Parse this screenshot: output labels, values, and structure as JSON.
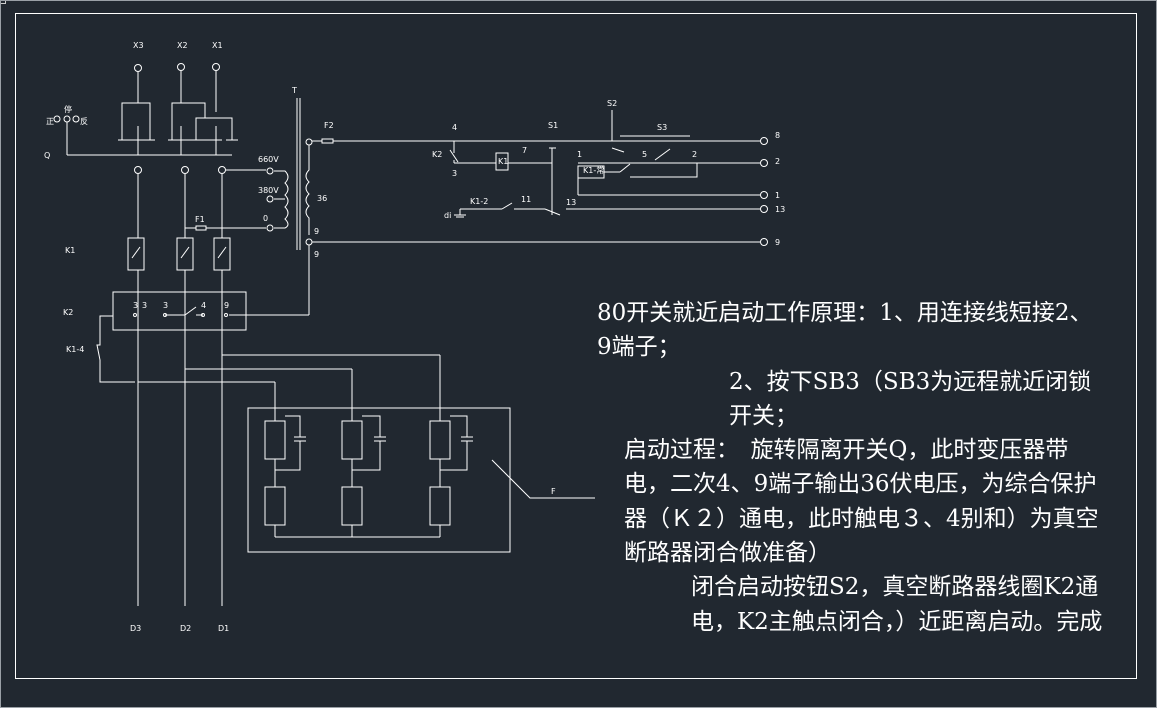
{
  "labels": {
    "X3": "X3",
    "X2": "X2",
    "X1": "X1",
    "zheng": "正",
    "ting": "停",
    "fan": "反",
    "Q": "Q",
    "T": "T",
    "V660": "660V",
    "V380": "380V",
    "V0": "0",
    "V36": "36",
    "F1": "F1",
    "F2": "F2",
    "K1": "K1",
    "K2": "K2",
    "K1_4": "K1-4",
    "k2_t1": "3",
    "k2_t2": "3",
    "k2_t3": "3",
    "k2_t4": "4",
    "k2_t5": "9",
    "t9a": "9",
    "t9b": "9",
    "n4": "4",
    "n3": "3",
    "K2c": "K2",
    "K1coil": "K1",
    "n7": "7",
    "S1": "S1",
    "S2": "S2",
    "n1": "1",
    "K1c": "K1-常",
    "n5": "5",
    "S3": "S3",
    "n2": "2",
    "K1_2": "K1-2",
    "n11": "11",
    "n13": "13",
    "di": "di",
    "o8": "8",
    "o2": "2",
    "o1": "1",
    "o13": "13",
    "o9": "9",
    "F": "F",
    "D3": "D3",
    "D2": "D2",
    "D1": "D1"
  },
  "description": {
    "line1": "80开关就近启动工作原理：1、用连接线短接2、9端子；",
    "line2": "2、按下SB3（SB3为远程就近闭锁开关；",
    "line3": "启动过程：　旋转隔离开关Q，此时变压器带电，二次4、9端子输出36伏电压，为综合保护器（Ｋ２）通电，此时触电３、4别和）为真空断路器闭合做准备）",
    "line4": "闭合启动按钮S2，真空断路器线圈K2通电，K2主触点闭合，）近距离启动。完成"
  }
}
